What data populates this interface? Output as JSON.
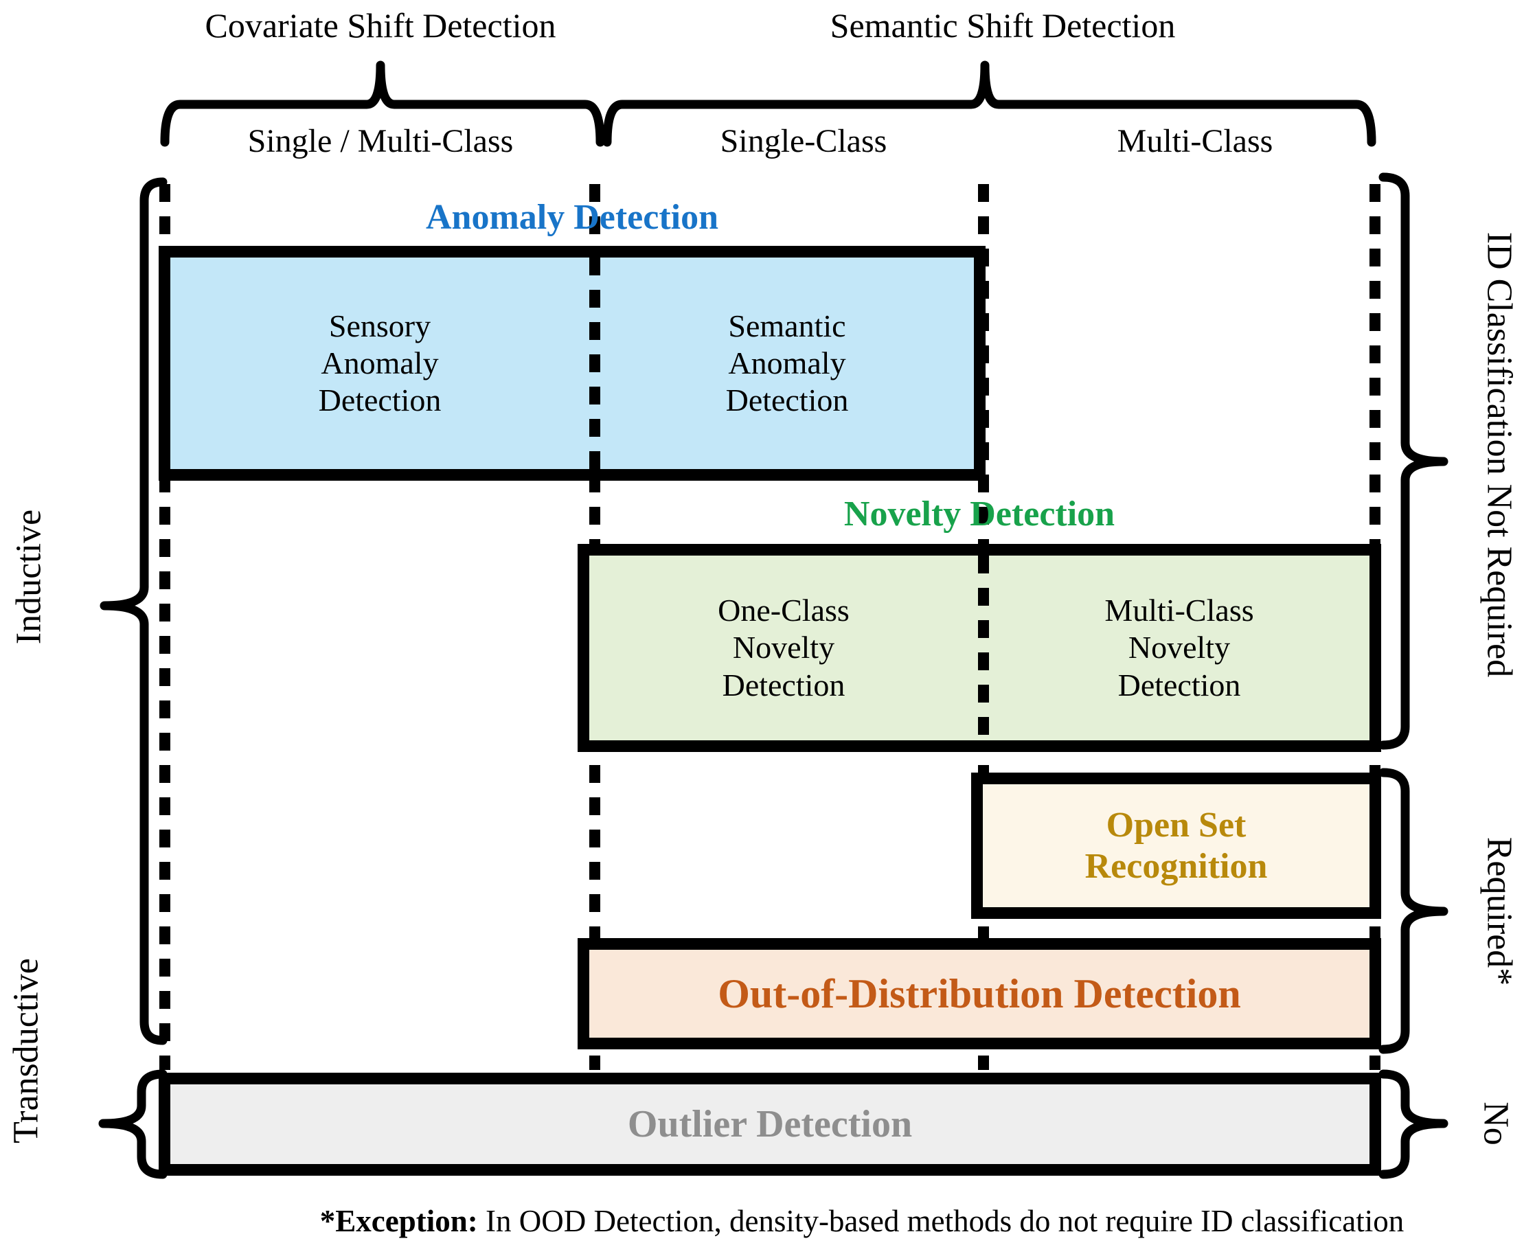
{
  "figure": {
    "top_groups": {
      "covariate": "Covariate Shift Detection",
      "semantic": "Semantic Shift Detection"
    },
    "columns": {
      "col1": "Single / Multi-Class",
      "col2": "Single-Class",
      "col3": "Multi-Class"
    },
    "left_axis": {
      "inductive": "Inductive",
      "transductive": "Transductive"
    },
    "right_axis": {
      "id_not_required": "ID Classification Not Required",
      "id_required": "Required*",
      "id_no": "No"
    },
    "tasks": {
      "anomaly": {
        "title": "Anomaly Detection",
        "title_color": "#1874c8",
        "fill": "#c3e7f8",
        "cell1": "Sensory Anomaly Detection",
        "cell2": "Semantic Anomaly Detection"
      },
      "novelty": {
        "title": "Novelty Detection",
        "title_color": "#18a24b",
        "fill": "#e4f0d7",
        "cell1": "One-Class Novelty Detection",
        "cell2": "Multi-Class Novelty Detection"
      },
      "open_set_recognition": {
        "label": "Open Set Recognition",
        "text_color": "#b8890b",
        "fill": "#fdf6e8"
      },
      "out_of_distribution": {
        "label": "Out-of-Distribution Detection",
        "text_color": "#c35a17",
        "fill": "#fae8d9"
      },
      "outlier": {
        "label": "Outlier Detection",
        "text_color": "#8e8e8e",
        "fill": "#eeeeee"
      }
    },
    "footnote": {
      "bold": "*Exception:",
      "rest": " In OOD Detection, density-based methods do not require ID classification"
    }
  }
}
